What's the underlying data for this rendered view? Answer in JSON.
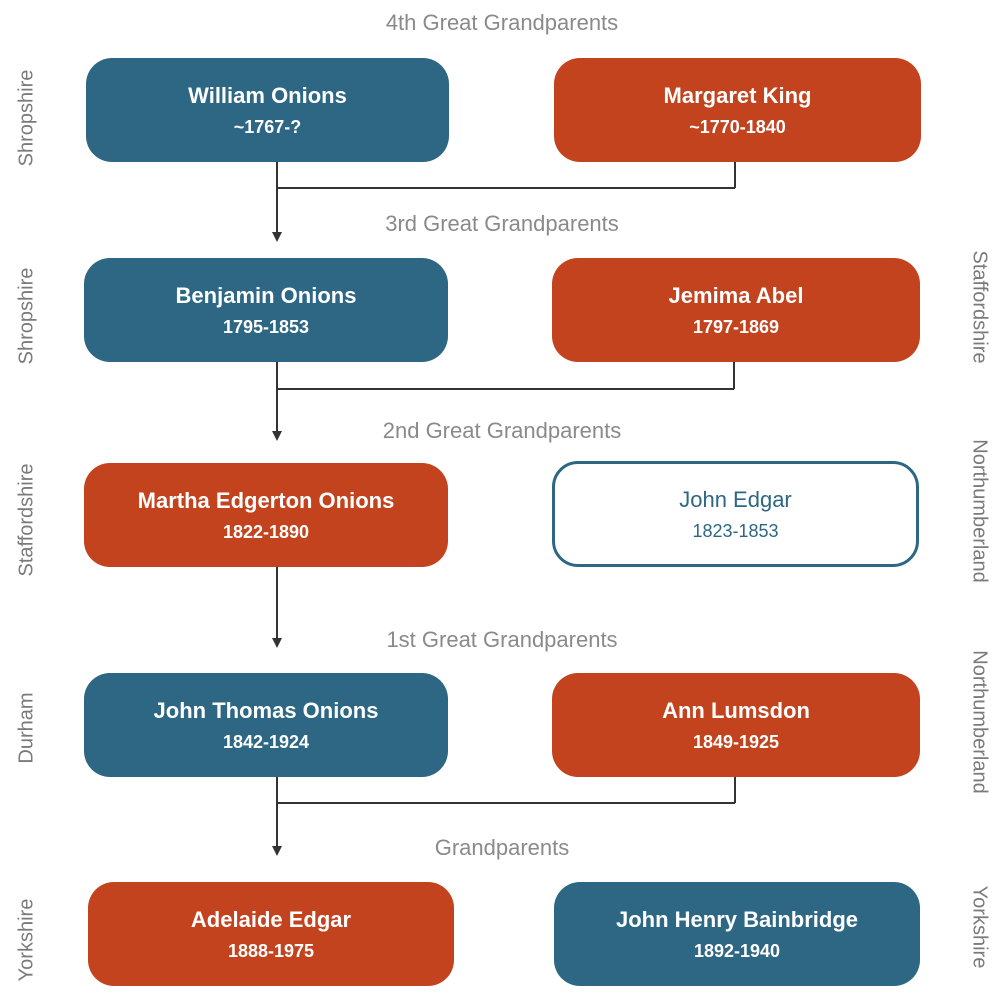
{
  "generations": [
    {
      "label": "4th Great Grandparents",
      "left": {
        "name": "William Onions",
        "dates": "~1767-?"
      },
      "right": {
        "name": "Margaret King",
        "dates": "~1770-1840"
      },
      "left_place": "Shropshire",
      "right_place": ""
    },
    {
      "label": "3rd Great Grandparents",
      "left": {
        "name": "Benjamin Onions",
        "dates": "1795-1853"
      },
      "right": {
        "name": "Jemima Abel",
        "dates": "1797-1869"
      },
      "left_place": "Shropshire",
      "right_place": "Staffordshire"
    },
    {
      "label": "2nd Great Grandparents",
      "left": {
        "name": "Martha Edgerton Onions",
        "dates": "1822-1890"
      },
      "right": {
        "name": "John Edgar",
        "dates": "1823-1853"
      },
      "left_place": "Staffordshire",
      "right_place": "Northumberland"
    },
    {
      "label": "1st Great Grandparents",
      "left": {
        "name": "John Thomas Onions",
        "dates": "1842-1924"
      },
      "right": {
        "name": "Ann Lumsdon",
        "dates": "1849-1925"
      },
      "left_place": "Durham",
      "right_place": "Northumberland"
    },
    {
      "label": "Grandparents",
      "left": {
        "name": "Adelaide Edgar",
        "dates": "1888-1975"
      },
      "right": {
        "name": "John Henry Bainbridge",
        "dates": "1892-1940"
      },
      "left_place": "Yorkshire",
      "right_place": "Yorkshire"
    }
  ],
  "colors": {
    "blue": "#2d6783",
    "red": "#c2431e",
    "label_gray": "#8a8a8a",
    "connector": "#333333"
  }
}
